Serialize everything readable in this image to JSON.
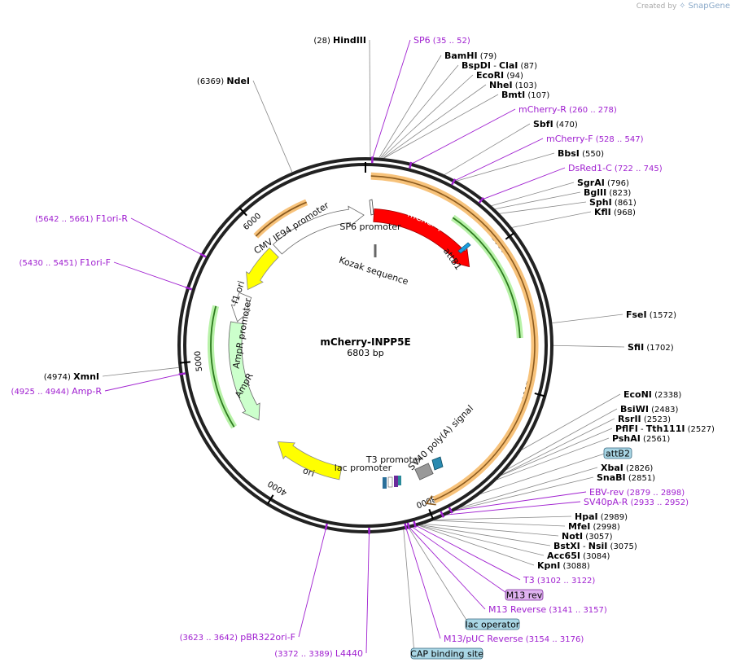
{
  "watermark": {
    "prefix": "Created by",
    "brand": "SnapGene"
  },
  "plasmid": {
    "name": "mCherry-INPP5E",
    "length_label": "6803 bp"
  },
  "ticks": [
    "1000",
    "2000",
    "3000",
    "4000",
    "5000",
    "6000"
  ],
  "features": [
    {
      "label": "mCherry",
      "color": "#ff0000"
    },
    {
      "label": "SP6 promoter",
      "color": "#ffffff"
    },
    {
      "label": "CMV IE94 promoter",
      "color": "#ffffff"
    },
    {
      "label": "f1 ori",
      "color": "#ffff00"
    },
    {
      "label": "AmpR promoter",
      "color": "#ffffff"
    },
    {
      "label": "AmpR",
      "color": "#ccffcc"
    },
    {
      "label": "ori",
      "color": "#ffff00"
    },
    {
      "label": "lac promoter",
      "color": "#ffffff"
    },
    {
      "label": "T3 promoter",
      "color": "#ffffff"
    },
    {
      "label": "SV40 poly(A) signal",
      "color": "#999999"
    },
    {
      "label": "Kozak sequence",
      "color": "#666666"
    },
    {
      "label": "attB1",
      "color": "#1a9ee0"
    }
  ],
  "sites": [
    {
      "name": "HindIII",
      "pos": "(28)"
    },
    {
      "name": "NdeI",
      "pos": "(6369)"
    },
    {
      "name": "BamHI",
      "pos": "(79)"
    },
    {
      "name": "BspDI",
      "name2": "ClaI",
      "pos": "(87)"
    },
    {
      "name": "EcoRI",
      "pos": "(94)"
    },
    {
      "name": "NheI",
      "pos": "(103)"
    },
    {
      "name": "BmtI",
      "pos": "(107)"
    },
    {
      "name": "SbfI",
      "pos": "(470)"
    },
    {
      "name": "BbsI",
      "pos": "(550)"
    },
    {
      "name": "SgrAI",
      "pos": "(796)"
    },
    {
      "name": "BglII",
      "pos": "(823)"
    },
    {
      "name": "SphI",
      "pos": "(861)"
    },
    {
      "name": "KflI",
      "pos": "(968)"
    },
    {
      "name": "FseI",
      "pos": "(1572)"
    },
    {
      "name": "SfiI",
      "pos": "(1702)"
    },
    {
      "name": "EcoNI",
      "pos": "(2338)"
    },
    {
      "name": "BsiWI",
      "pos": "(2483)"
    },
    {
      "name": "RsrII",
      "pos": "(2523)"
    },
    {
      "name": "PflFI",
      "name2": "Tth111I",
      "pos": "(2527)"
    },
    {
      "name": "PshAI",
      "pos": "(2561)"
    },
    {
      "name": "XbaI",
      "pos": "(2826)"
    },
    {
      "name": "SnaBI",
      "pos": "(2851)"
    },
    {
      "name": "HpaI",
      "pos": "(2989)"
    },
    {
      "name": "MfeI",
      "pos": "(2998)"
    },
    {
      "name": "NotI",
      "pos": "(3057)"
    },
    {
      "name": "BstXI",
      "name2": "NsiI",
      "pos": "(3075)"
    },
    {
      "name": "Acc65I",
      "pos": "(3084)"
    },
    {
      "name": "KpnI",
      "pos": "(3088)"
    },
    {
      "name": "XmnI",
      "pos": "(4974)"
    }
  ],
  "primers": [
    {
      "name": "SP6",
      "pos": "(35 .. 52)"
    },
    {
      "name": "mCherry-R",
      "pos": "(260 .. 278)"
    },
    {
      "name": "mCherry-F",
      "pos": "(528 .. 547)"
    },
    {
      "name": "DsRed1-C",
      "pos": "(722 .. 745)"
    },
    {
      "name": "EBV-rev",
      "pos": "(2879 .. 2898)"
    },
    {
      "name": "SV40pA-R",
      "pos": "(2933 .. 2952)"
    },
    {
      "name": "T3",
      "pos": "(3102 .. 3122)"
    },
    {
      "name": "M13 Reverse",
      "pos": "(3141 .. 3157)"
    },
    {
      "name": "M13/pUC Reverse",
      "pos": "(3154 .. 3176)"
    },
    {
      "name": "F1ori-R",
      "pos": "(5642 .. 5661)"
    },
    {
      "name": "F1ori-F",
      "pos": "(5430 .. 5451)"
    },
    {
      "name": "Amp-R",
      "pos": "(4925 .. 4944)"
    },
    {
      "name": "pBR322ori-F",
      "pos": "(3623 .. 3642)"
    },
    {
      "name": "L4440",
      "pos": "(3372 .. 3389)"
    }
  ],
  "boxed_labels": [
    {
      "name": "attB2",
      "style": "blue"
    },
    {
      "name": "M13 rev",
      "style": "purple"
    },
    {
      "name": "lac operator",
      "style": "blue"
    },
    {
      "name": "CAP binding site",
      "style": "blue"
    }
  ]
}
